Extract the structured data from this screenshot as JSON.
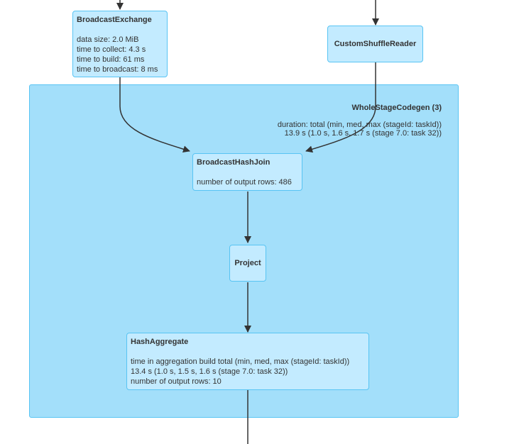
{
  "cluster": {
    "title": "WholeStageCodegen (3)",
    "metrics": [
      "duration: total (min, med, max (stageId: taskId))",
      "13.9 s (1.0 s, 1.6 s, 1.7 s (stage 7.0: task 32))"
    ]
  },
  "nodes": {
    "broadcast_exchange": {
      "title": "BroadcastExchange",
      "metrics": [
        "data size: 2.0 MiB",
        "time to collect: 4.3 s",
        "time to build: 61 ms",
        "time to broadcast: 8 ms"
      ]
    },
    "custom_shuffle_reader": {
      "title": "CustomShuffleReader"
    },
    "broadcast_hash_join": {
      "title": "BroadcastHashJoin",
      "metrics": [
        "number of output rows: 486"
      ]
    },
    "project": {
      "title": "Project"
    },
    "hash_aggregate": {
      "title": "HashAggregate",
      "metrics": [
        "time in aggregation build total (min, med, max (stageId: taskId))",
        "13.4 s (1.0 s, 1.5 s, 1.6 s (stage 7.0: task 32))",
        "number of output rows: 10"
      ]
    }
  },
  "colors": {
    "cluster_fill": "#a3dffa",
    "node_fill": "#c3ebff",
    "border": "#58c4f3",
    "edge": "#333333"
  }
}
